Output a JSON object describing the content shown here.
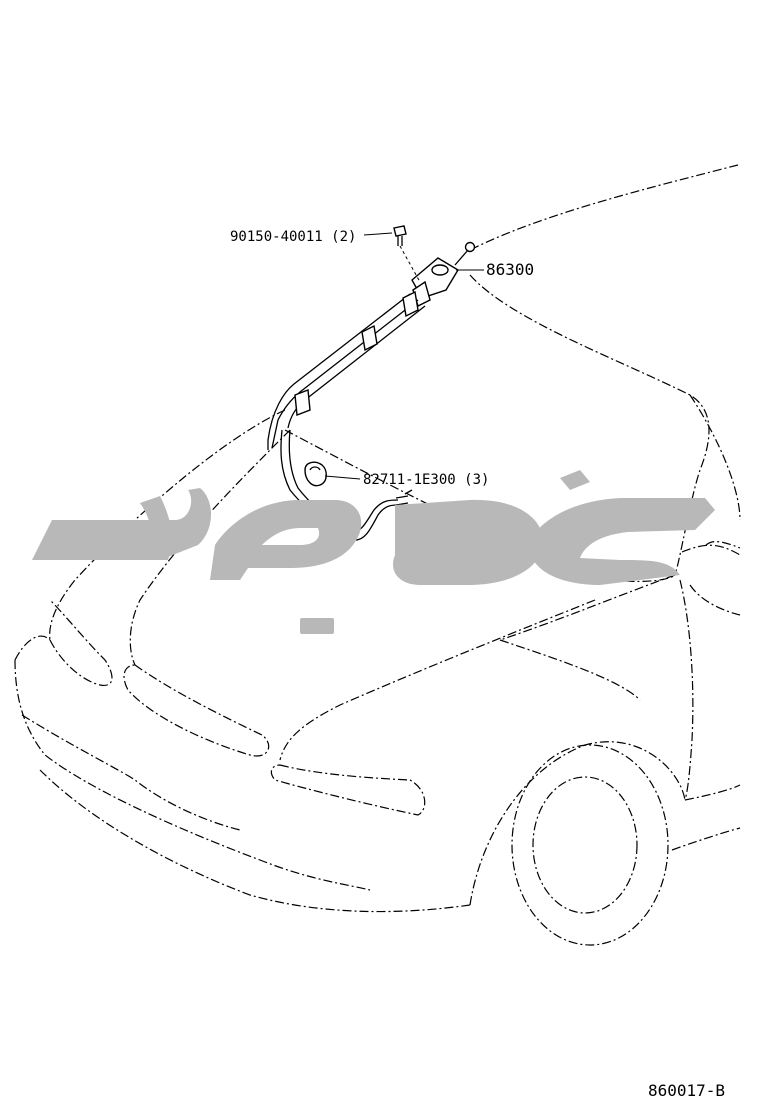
{
  "parts": [
    {
      "id": "screw",
      "number": "90150-40011 (2)"
    },
    {
      "id": "antenna",
      "number": "86300"
    },
    {
      "id": "clamp",
      "number": "82711-1E300 (3)"
    }
  ],
  "diagram_code": "860017-B",
  "watermark_color": "#b8b8b8"
}
